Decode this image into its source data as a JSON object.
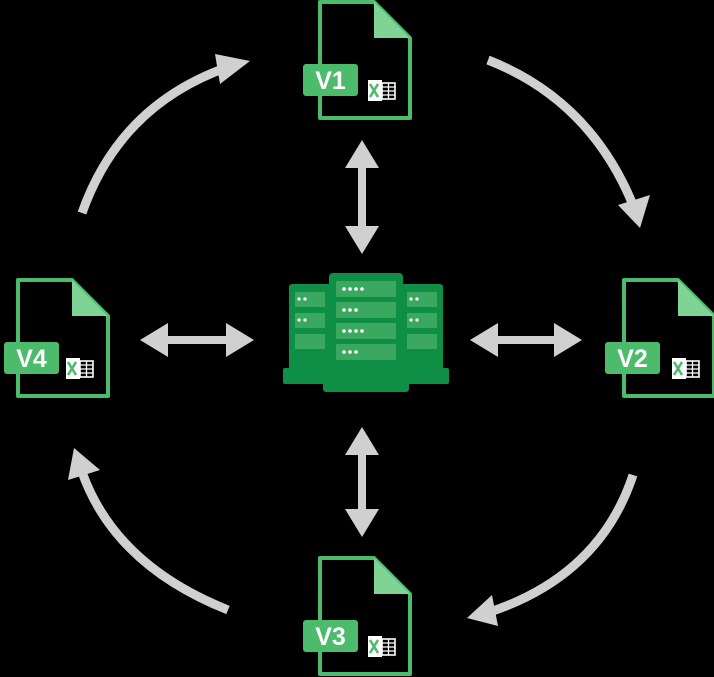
{
  "colors": {
    "background": "#000000",
    "file_green": "#4cbb6c",
    "file_fold": "#7fd495",
    "server_green": "#0e8f45",
    "server_light": "#3aa85f",
    "arrow_gray": "#d0d0d0"
  },
  "icons": {
    "file": "excel-file-icon",
    "server": "server-rack-icon",
    "excel": "excel-logo-icon"
  },
  "files": [
    {
      "id": "v1",
      "label": "V1"
    },
    {
      "id": "v2",
      "label": "V2"
    },
    {
      "id": "v3",
      "label": "V3"
    },
    {
      "id": "v4",
      "label": "V4"
    }
  ]
}
